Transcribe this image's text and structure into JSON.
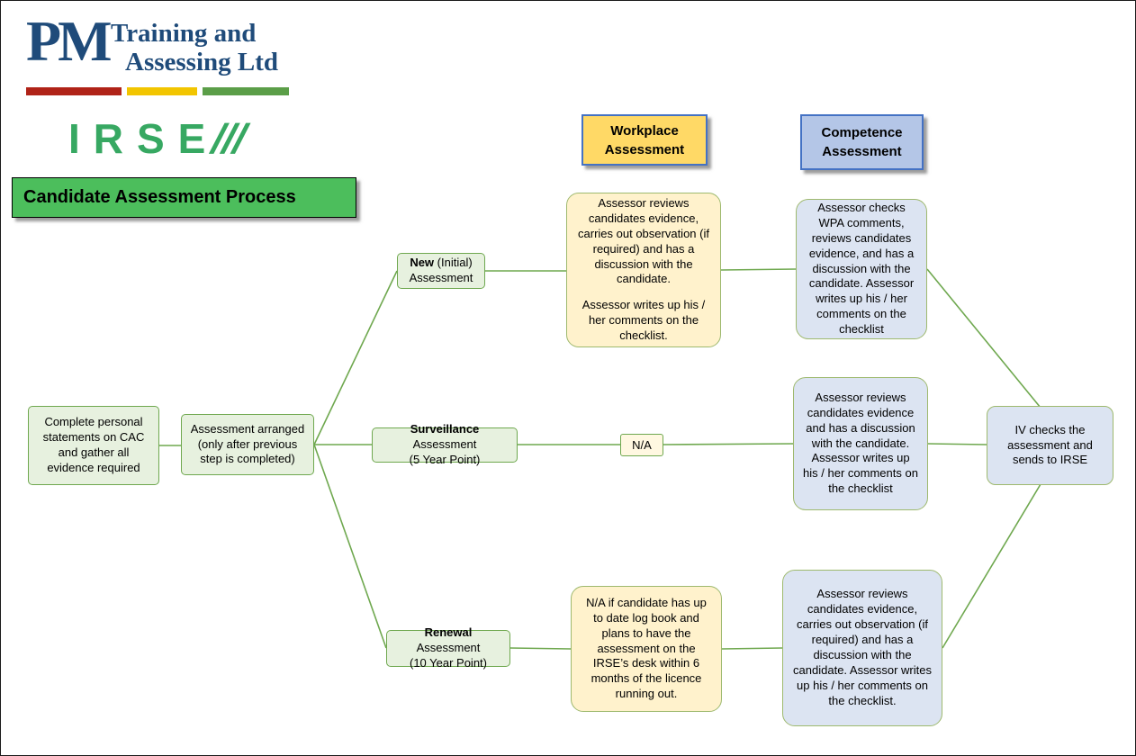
{
  "logo": {
    "monogram": "PM",
    "line1": "Training and",
    "line2": "Assessing Ltd"
  },
  "irse": {
    "letters": "IRSE",
    "slashes": "///"
  },
  "title": "Candidate Assessment Process",
  "column_headers": {
    "workplace": "Workplace Assessment",
    "competence": "Competence Assessment"
  },
  "flow": {
    "start": "Complete personal statements on CAC and gather all evidence required",
    "arranged": "Assessment arranged (only after previous step is completed)",
    "branches": {
      "new": {
        "bold": "New",
        "rest": " (Initial)",
        "line2": "Assessment"
      },
      "surveillance": {
        "bold": "Surveillance",
        "rest": " Assessment",
        "line2": "(5 Year Point)"
      },
      "renewal": {
        "bold": "Renewal",
        "rest": " Assessment",
        "line2": "(10 Year Point)"
      }
    },
    "workplace": {
      "new_p1": "Assessor reviews candidates evidence, carries out observation (if required) and has a discussion with the candidate.",
      "new_p2": "Assessor writes up his / her comments on the checklist.",
      "surveillance": "N/A",
      "renewal": "N/A if candidate has up to date log book and plans to have the assessment on the IRSE’s desk within 6 months of the licence running out."
    },
    "competence": {
      "new": "Assessor checks WPA comments, reviews candidates evidence, and has a discussion with the candidate. Assessor writes up his / her comments on the checklist",
      "surveillance": "Assessor reviews candidates evidence and has a discussion with the candidate. Assessor writes up his / her comments on the checklist",
      "renewal": "Assessor reviews candidates evidence, carries out observation (if required) and has a discussion with the candidate. Assessor writes up his / her comments on the checklist."
    },
    "iv": "IV checks the assessment and sends to IRSE"
  },
  "colors": {
    "connector_green": "#6FA84F",
    "node_green_fill": "#E7F1DF",
    "node_green_border": "#6FA84F",
    "workplace_fill": "#FFF2CC",
    "competence_fill": "#DCE4F2",
    "header_workplace_fill": "#FFD966",
    "header_competence_fill": "#B4C6E7",
    "header_border": "#4472C4",
    "title_fill": "#4CBE5C",
    "logo_blue": "#1F4B7A",
    "irse_green": "#37A862"
  }
}
